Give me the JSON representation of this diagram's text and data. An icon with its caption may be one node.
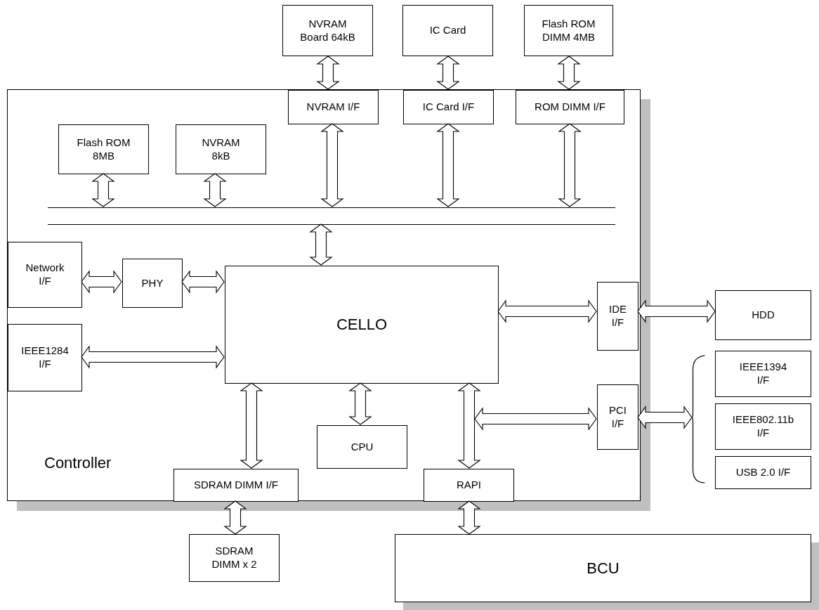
{
  "diagram": {
    "nodes": [
      {
        "text": [
          "Controller"
        ]
      },
      {
        "text": [
          "NVRAM Board 64kB"
        ]
      },
      {
        "text": [
          "IC Card"
        ]
      },
      {
        "text": [
          "Flash ROM DIMM 4MB"
        ]
      },
      {
        "text": [
          "NVRAM I/F"
        ],
        "in": 0
      },
      {
        "text": [
          "IC Card I/F"
        ],
        "in": 0
      },
      {
        "text": [
          "ROM DIMM I/F"
        ],
        "in": 0
      },
      {
        "text": [
          "Flash ROM 8MB"
        ],
        "in": 0
      },
      {
        "text": [
          "NVRAM 8kB"
        ],
        "in": 0
      },
      {
        "text": [],
        "shape": "bar",
        "in": 0
      },
      {
        "text": [
          "Network I/F"
        ],
        "in": 0
      },
      {
        "text": [
          "PHY"
        ],
        "in": 0
      },
      {
        "text": [
          "CELLO"
        ],
        "in": 0
      },
      {
        "text": [
          "IDE I/F"
        ],
        "in": 0
      },
      {
        "text": [
          "HDD"
        ]
      },
      {
        "text": [
          "IEEE1284 I/F"
        ],
        "in": 0
      },
      {
        "text": [
          "PCI I/F"
        ],
        "in": 0
      },
      {
        "text": [],
        "shape": "brace"
      },
      {
        "text": [
          "IEEE1394 I/F"
        ]
      },
      {
        "text": [
          "IEEE802.11b I/F"
        ]
      },
      {
        "text": [
          "USB 2.0 I/F"
        ]
      },
      {
        "text": [
          "CPU"
        ],
        "in": 0
      },
      {
        "text": [
          "SDRAM DIMM I/F"
        ],
        "in": 0
      },
      {
        "text": [
          "RAPI"
        ],
        "in": 0
      },
      {
        "text": [
          "SDRAM DIMM x 2"
        ]
      },
      {
        "text": [
          "BCU"
        ]
      }
    ],
    "edges": [
      {
        "from": 1,
        "to": 4,
        "arrow": "both"
      },
      {
        "from": 2,
        "to": 5,
        "arrow": "both"
      },
      {
        "from": 3,
        "to": 6,
        "arrow": "both"
      },
      {
        "from": 7,
        "to": 9,
        "arrow": "both"
      },
      {
        "from": 8,
        "to": 9,
        "arrow": "both"
      },
      {
        "from": 4,
        "to": 9,
        "arrow": "both"
      },
      {
        "from": 5,
        "to": 9,
        "arrow": "both"
      },
      {
        "from": 6,
        "to": 9,
        "arrow": "both"
      },
      {
        "from": 9,
        "to": 12,
        "arrow": "both"
      },
      {
        "from": 10,
        "to": 11,
        "arrow": "both"
      },
      {
        "from": 11,
        "to": 12,
        "arrow": "both"
      },
      {
        "from": 15,
        "to": 12,
        "arrow": "both"
      },
      {
        "from": 12,
        "to": 13,
        "arrow": "both"
      },
      {
        "from": 13,
        "to": 14,
        "arrow": "both"
      },
      {
        "from": 12,
        "to": 22,
        "arrow": "both"
      },
      {
        "from": 12,
        "to": 21,
        "arrow": "both"
      },
      {
        "from": 12,
        "to": 23,
        "arrow": "both"
      },
      {
        "from": null,
        "to": 16,
        "arrow": "both"
      },
      {
        "from": 16,
        "to": 17,
        "arrow": "both"
      },
      {
        "from": 22,
        "to": 24,
        "arrow": "both"
      },
      {
        "from": 23,
        "to": 25,
        "arrow": "both"
      }
    ]
  }
}
